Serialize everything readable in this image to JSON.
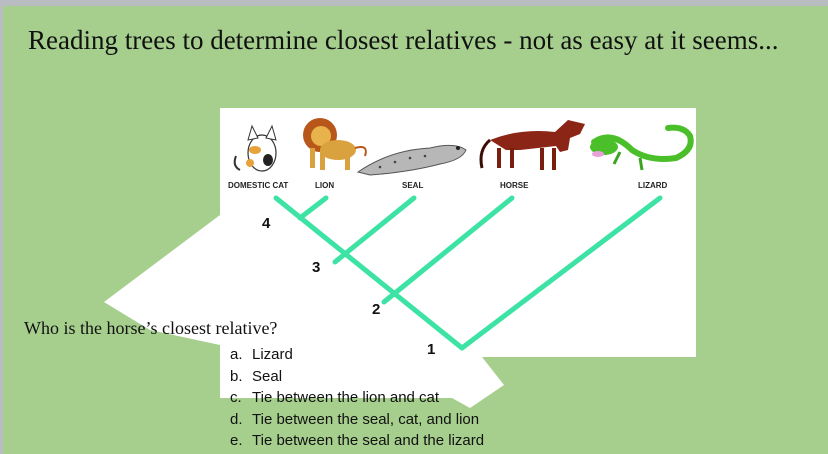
{
  "slide": {
    "title": "Reading trees to determine closest relatives - not as easy at it seems...",
    "question": "Who is the horse’s closest relative?",
    "options": [
      {
        "letter": "a.",
        "text": "Lizard"
      },
      {
        "letter": "b.",
        "text": "Seal"
      },
      {
        "letter": "c.",
        "text": "Tie between the lion and cat"
      },
      {
        "letter": "d.",
        "text": "Tie between the seal, cat, and lion"
      },
      {
        "letter": "e.",
        "text": "Tie between the seal and the lizard"
      }
    ]
  },
  "tree": {
    "animals": [
      "Domestic Cat",
      "Lion",
      "Seal",
      "Horse",
      "Lizard"
    ],
    "animal_icons": [
      "cat-icon",
      "lion-icon",
      "seal-icon",
      "horse-icon",
      "lizard-icon"
    ],
    "nodes": [
      "1",
      "2",
      "3",
      "4"
    ],
    "branch_color": "#3ce3a4"
  },
  "colors": {
    "background": "#a6cf8e",
    "panel": "#ffffff"
  }
}
